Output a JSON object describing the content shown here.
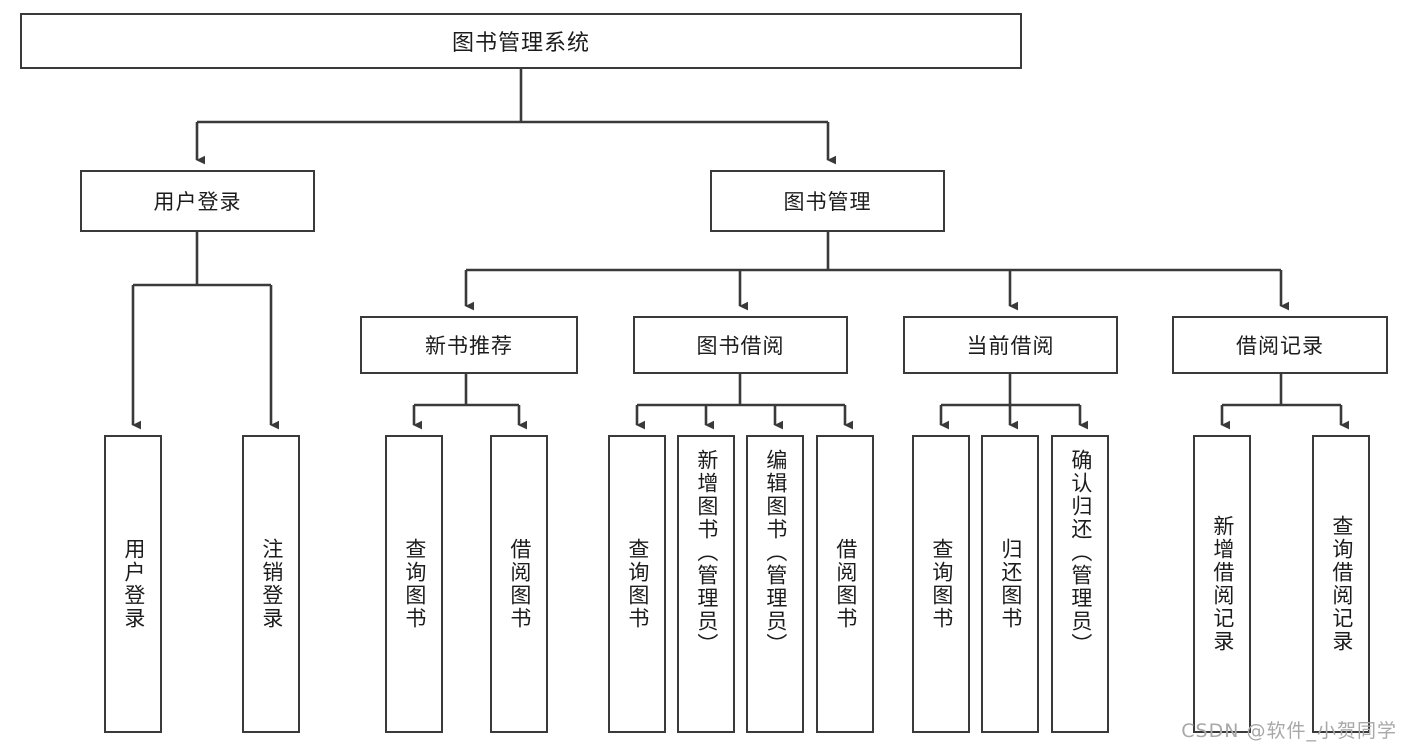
{
  "diagram": {
    "type": "hierarchy-tree",
    "title": "图书管理系统",
    "root": {
      "label": "图书管理系统"
    },
    "level2": [
      {
        "label": "用户登录"
      },
      {
        "label": "图书管理"
      }
    ],
    "level3": [
      {
        "label": "新书推荐"
      },
      {
        "label": "图书借阅"
      },
      {
        "label": "当前借阅"
      },
      {
        "label": "借阅记录"
      }
    ],
    "leaves": [
      {
        "label": "用户登录",
        "parent": "用户登录"
      },
      {
        "label": "注销登录",
        "parent": "用户登录"
      },
      {
        "label": "查询图书",
        "parent": "新书推荐"
      },
      {
        "label": "借阅图书",
        "parent": "新书推荐"
      },
      {
        "label": "查询图书",
        "parent": "图书借阅"
      },
      {
        "label": "新增图书（管理员）",
        "parent": "图书借阅"
      },
      {
        "label": "编辑图书（管理员）",
        "parent": "图书借阅"
      },
      {
        "label": "借阅图书",
        "parent": "图书借阅"
      },
      {
        "label": "查询图书",
        "parent": "当前借阅"
      },
      {
        "label": "归还图书",
        "parent": "当前借阅"
      },
      {
        "label": "确认归还（管理员）",
        "parent": "当前借阅"
      },
      {
        "label": "新增借阅记录",
        "parent": "借阅记录"
      },
      {
        "label": "查询借阅记录",
        "parent": "借阅记录"
      }
    ],
    "colors": {
      "stroke": "#3a3a3a",
      "fill": "#ffffff",
      "text": "#1c1c1c",
      "watermark": "#a8a8a8"
    }
  },
  "watermark": {
    "text": "CSDN @软件_小贺同学"
  }
}
